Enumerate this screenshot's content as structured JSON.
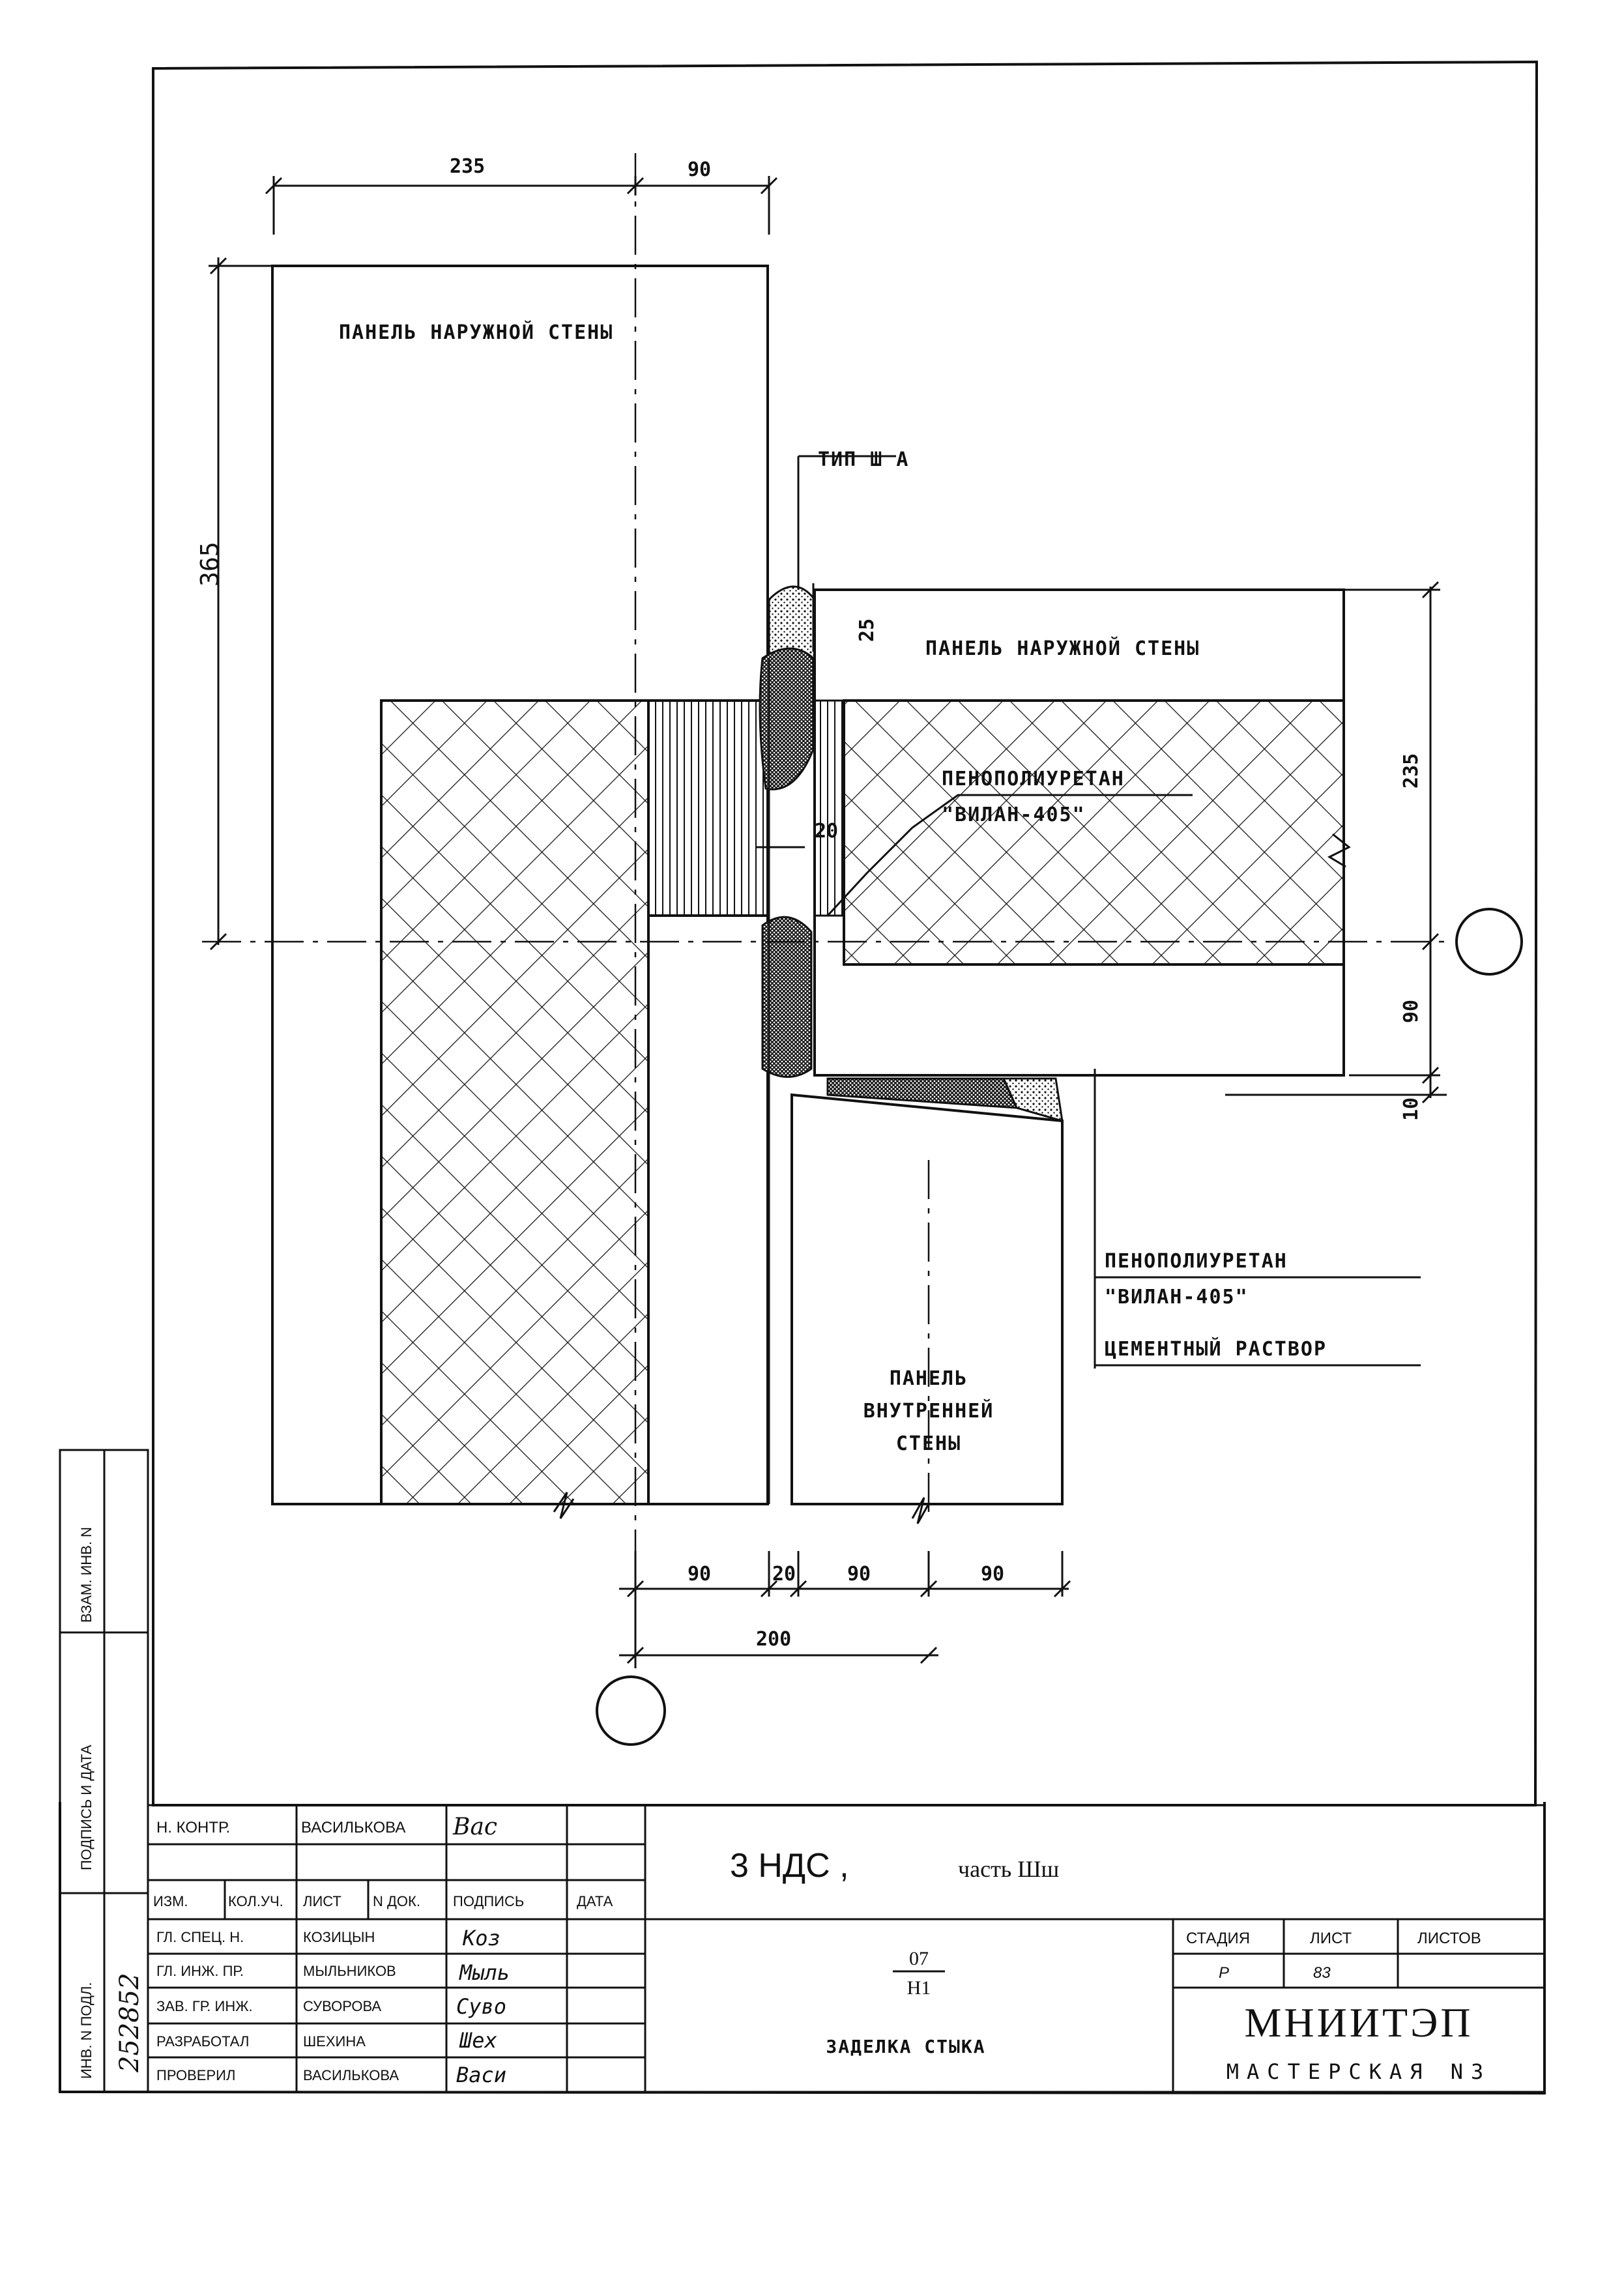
{
  "labels": {
    "outer_panel_left": "ПАНЕЛЬ НАРУЖНОЙ СТЕНЫ",
    "outer_panel_right": "ПАНЕЛЬ НАРУЖНОЙ СТЕНЫ",
    "joint_type": "ТИП Ш А",
    "foam_top_line1": "ПЕНОПОЛИУРЕТАН",
    "foam_top_line2": "\"ВИЛАН-405\"",
    "foam_bottom_line1": "ПЕНОПОЛИУРЕТАН",
    "foam_bottom_line2": "\"ВИЛАН-405\"",
    "mortar": "ЦЕМЕНТНЫЙ РАСТВОР",
    "inner_panel_line1": "ПАНЕЛЬ",
    "inner_panel_line2": "ВНУТРЕННЕЙ",
    "inner_panel_line3": "СТЕНЫ"
  },
  "dimensions": {
    "top_left": "235",
    "top_right": "90",
    "left_vertical": "365",
    "seam_25": "25",
    "seam_20": "20",
    "right_235": "235",
    "right_90": "90",
    "right_10": "10",
    "bottom_90a": "90",
    "bottom_20": "20",
    "bottom_90b": "90",
    "bottom_90c": "90",
    "bottom_200": "200"
  },
  "side_stamp": {
    "inv_podl": "ИНВ. N ПОДЛ.",
    "podpis_data": "ПОДПИСЬ И ДАТА",
    "vzam_inv": "ВЗАМ. ИНВ. N",
    "handwritten_number": "252852"
  },
  "title_block": {
    "n_kontr": "Н. КОНТР.",
    "n_kontr_name": "ВАСИЛЬКОВА",
    "header_izm": "ИЗМ.",
    "header_koluch": "КОЛ.УЧ.",
    "header_list": "ЛИСТ",
    "header_ndok": "N ДОК.",
    "header_podpis": "ПОДПИСЬ",
    "header_data": "ДАТА",
    "rows": [
      {
        "role": "ГЛ. СПЕЦ. Н.",
        "name": "КОЗИЦЫН"
      },
      {
        "role": "ГЛ. ИНЖ. ПР.",
        "name": "МЫЛЬНИКОВ"
      },
      {
        "role": "ЗАВ. ГР. ИНЖ.",
        "name": "СУВОРОВА"
      },
      {
        "role": "РАЗРАБОТАЛ",
        "name": "ШЕХИНА"
      },
      {
        "role": "ПРОВЕРИЛ",
        "name": "ВАСИЛЬКОВА"
      }
    ],
    "project": "3 НДС ,",
    "project_part": "часть Шш",
    "code_top": "07",
    "code_bottom": "Н1",
    "sheet_title": "ЗАДЕЛКА СТЫКА",
    "stage_header": "СТАДИЯ",
    "sheet_header": "ЛИСТ",
    "sheets_header": "ЛИСТОВ",
    "stage_value": "Р",
    "sheet_value": "83",
    "sheets_value": "",
    "org": "МНИИТЭП",
    "workshop": "МАСТЕРСКАЯ N3"
  }
}
